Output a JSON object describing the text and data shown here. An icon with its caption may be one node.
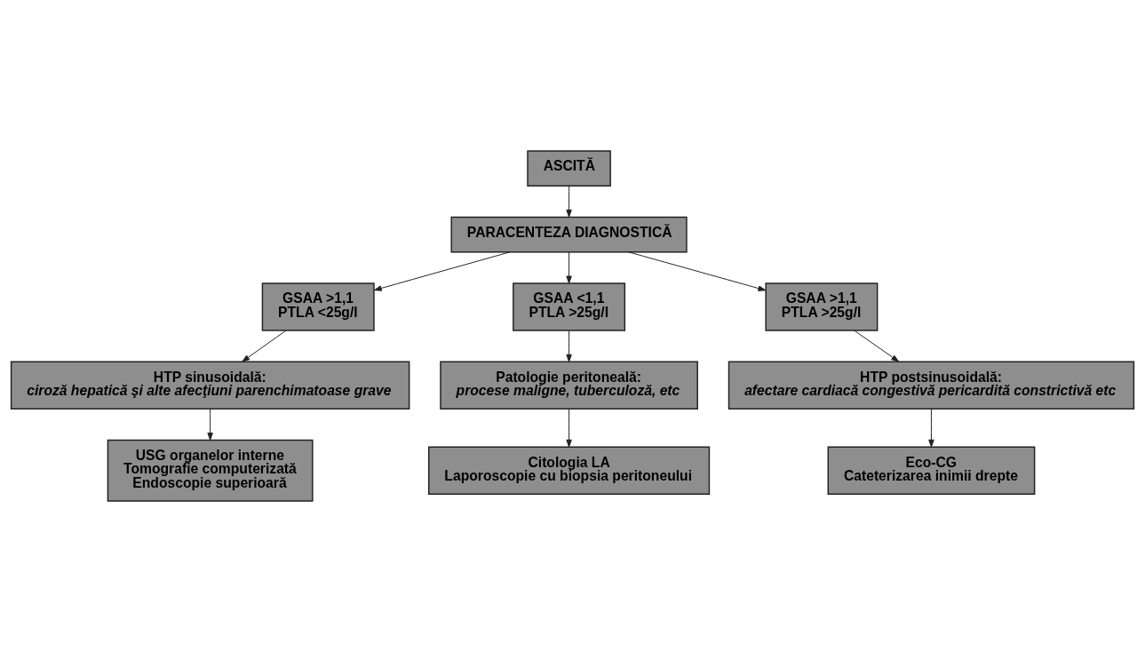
{
  "diagram": {
    "nodes": [
      {
        "text": [
          "ASCITĂ"
        ]
      },
      {
        "text": [
          "PARACENTEZA DIAGNOSTICĂ"
        ]
      },
      {
        "text": [
          "GSAA >1,1",
          "PTLA <25g/l"
        ]
      },
      {
        "text": [
          "GSAA <1,1",
          "PTLA >25g/l"
        ]
      },
      {
        "text": [
          "GSAA >1,1",
          "PTLA >25g/l"
        ]
      },
      {
        "text": [
          "HTP sinusoidală:",
          "ciroză hepatică şi alte afecţiuni parenchimatoase grave"
        ]
      },
      {
        "text": [
          "Patologie peritoneală:",
          "procese maligne, tuberculoză, etc"
        ]
      },
      {
        "text": [
          "HTP postsinusoidală:",
          "afectare cardiacă congestivă pericardită constrictivă etc"
        ]
      },
      {
        "text": [
          "USG organelor interne",
          "Tomografie computerizată",
          "Endoscopie superioară"
        ]
      },
      {
        "text": [
          "Citologia LA",
          "Laporoscopie cu biopsia peritoneului"
        ]
      },
      {
        "text": [
          "Eco-CG",
          "Cateterizarea inimii drepte"
        ]
      }
    ],
    "edges": [
      {
        "from": 0,
        "to": 1,
        "arrow": "to"
      },
      {
        "from": 1,
        "to": 2,
        "arrow": "to"
      },
      {
        "from": 1,
        "to": 3,
        "arrow": "to"
      },
      {
        "from": 1,
        "to": 4,
        "arrow": "to"
      },
      {
        "from": 2,
        "to": 5,
        "arrow": "to"
      },
      {
        "from": 3,
        "to": 6,
        "arrow": "to"
      },
      {
        "from": 4,
        "to": 7,
        "arrow": "to"
      },
      {
        "from": 5,
        "to": 8,
        "arrow": "to"
      },
      {
        "from": 6,
        "to": 9,
        "arrow": "to"
      },
      {
        "from": 7,
        "to": 10,
        "arrow": "to"
      }
    ]
  }
}
